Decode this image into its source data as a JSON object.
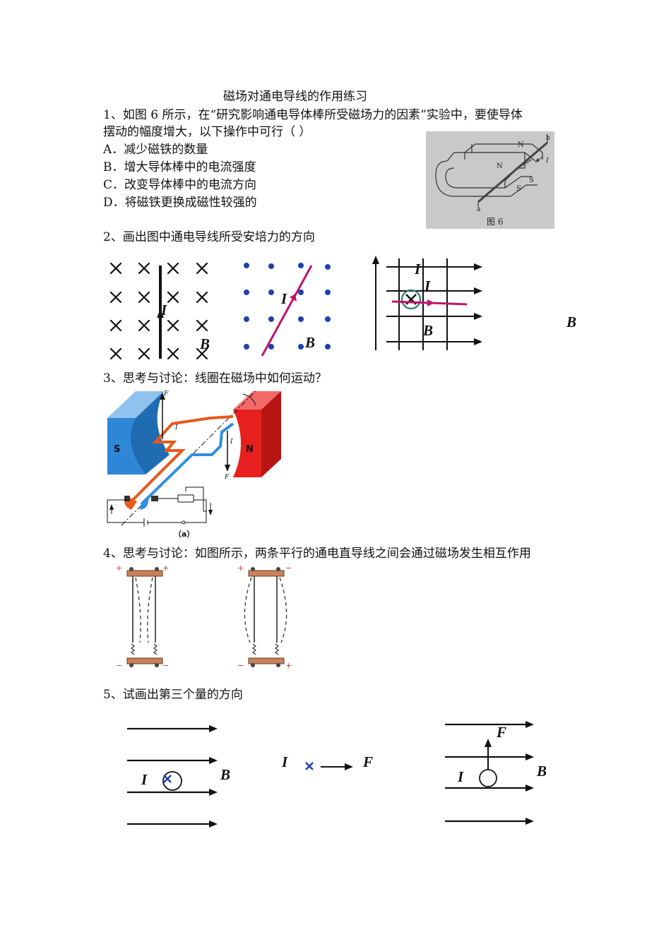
{
  "title": "磁场对通电导线的作用练习",
  "q1": {
    "stem_line1": "1、如图 6 所示，在“研究影响通电导体棒所受磁场力的因素”实验中，要使导体",
    "stem_line2": "摆动的幅度增大，以下操作中可行（    ）",
    "options": [
      "A．减少磁铁的数量",
      "B．增大导体棒中的电流强度",
      "C．改变导体棒中的电流方向",
      "D．将磁铁更换成磁性较强的"
    ],
    "figure": {
      "caption": "图 6",
      "labels": {
        "N1": "N",
        "N2": "N",
        "S1": "S",
        "S2": "S",
        "a": "a",
        "b": "b",
        "I": "I"
      }
    }
  },
  "q2": {
    "stem": "2、画出图中通电导线所受安培力的方向",
    "fig1": {
      "I": "I",
      "B": "B"
    },
    "fig2": {
      "I": "I",
      "B": "B"
    },
    "fig3": {
      "I1": "I",
      "I2": "I",
      "B": "B"
    },
    "far_B": "B"
  },
  "q3": {
    "stem": "3、思考与讨论：线圈在磁场中如何运动？",
    "figure": {
      "S": "S",
      "N": "N",
      "F_top": "F",
      "F_bottom": "F",
      "I_left": "I",
      "I_right": "I",
      "caption": "（a）"
    }
  },
  "q4": {
    "stem": "4、思考与讨论：如图所示，两条平行的通电直导线之间会通过磁场发生相互作用",
    "fig1": {
      "tl": "+",
      "tr": "+",
      "bl": "−",
      "br": "−"
    },
    "fig2": {
      "tl": "+",
      "tr": "−",
      "bl": "−",
      "br": "+"
    }
  },
  "q5": {
    "stem": "5、试画出第三个量的方向",
    "fig1": {
      "I": "I",
      "B": "B"
    },
    "fig2": {
      "I": "I",
      "F": "F"
    },
    "fig3": {
      "I": "I",
      "B": "B",
      "F": "F"
    }
  },
  "colors": {
    "magenta": "#c0136b",
    "blue": "#1f3fb0",
    "teal": "#2f7d70",
    "red": "#e82020",
    "magnet_blue": "#2e86d6",
    "orange": "#e8581c",
    "wire_blue": "#2f8fe0",
    "copper": "#c7825a"
  }
}
